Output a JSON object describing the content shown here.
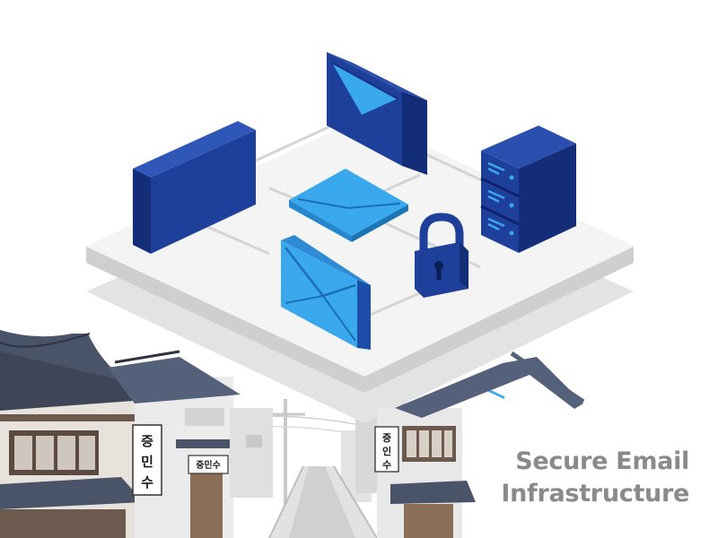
{
  "headline": {
    "line1": "Secure Email",
    "line2": "Infrastructure"
  },
  "signs": {
    "left_vertical": [
      "증",
      "민",
      "수"
    ],
    "left_shop": "중민수",
    "right_vertical": [
      "증",
      "인",
      "수"
    ]
  },
  "icons": [
    "firewall-icon",
    "mail-envelope-icon",
    "server-rack-icon",
    "padlock-icon"
  ],
  "colors": {
    "dark_blue": "#1e3f9a",
    "light_blue": "#3aa8ec",
    "platform": "#f4f4f4",
    "headline_text": "#8a8a8a"
  }
}
